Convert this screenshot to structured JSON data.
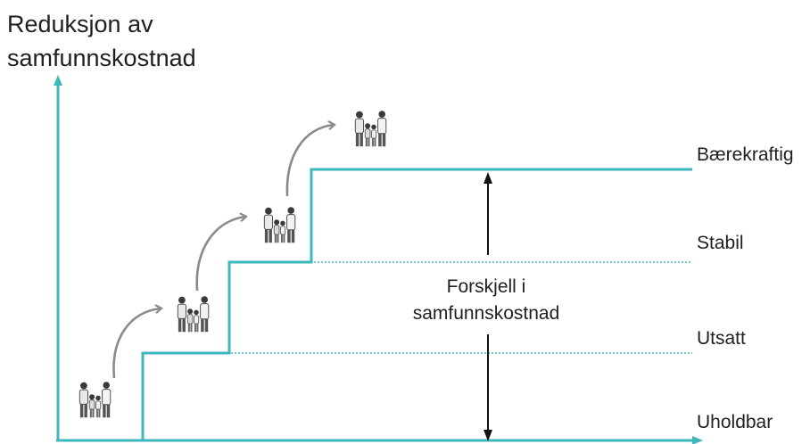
{
  "axis": {
    "y_label_line1": "Reduksjon av",
    "y_label_line2": "samfunnskostnad"
  },
  "levels": [
    {
      "name": "Uholdbar"
    },
    {
      "name": "Utsatt"
    },
    {
      "name": "Stabil"
    },
    {
      "name": "Bærekraftig"
    }
  ],
  "difference_label": {
    "line1": "Forskjell i",
    "line2": "samfunnskostnad"
  },
  "colors": {
    "teal": "#3fb8bd",
    "arrow_gray": "#8a8a8a",
    "text": "#1f1f1f"
  },
  "icons": [
    "family-icon",
    "family-icon",
    "family-icon",
    "family-icon"
  ]
}
